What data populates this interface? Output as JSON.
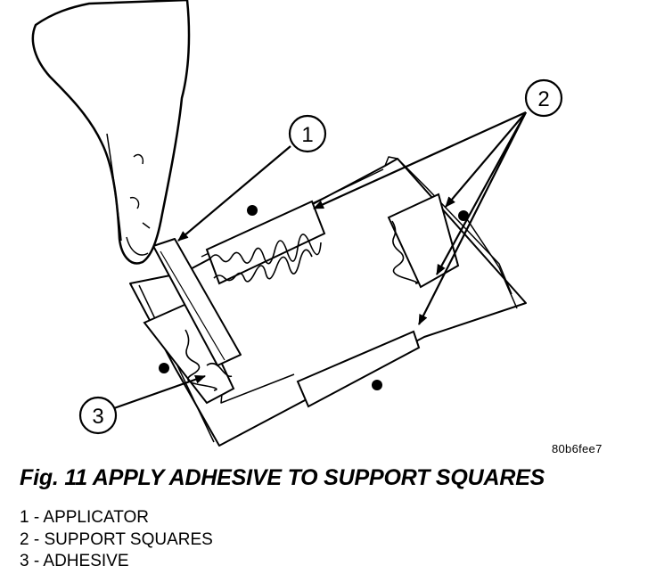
{
  "figure": {
    "code": "80b6fee7",
    "callouts": [
      {
        "number": "1"
      },
      {
        "number": "2"
      },
      {
        "number": "3"
      }
    ]
  },
  "caption": "Fig. 11 APPLY ADHESIVE TO SUPPORT SQUARES",
  "legend": [
    {
      "text": "1 - APPLICATOR"
    },
    {
      "text": "2 - SUPPORT SQUARES"
    },
    {
      "text": "3 - ADHESIVE"
    }
  ]
}
